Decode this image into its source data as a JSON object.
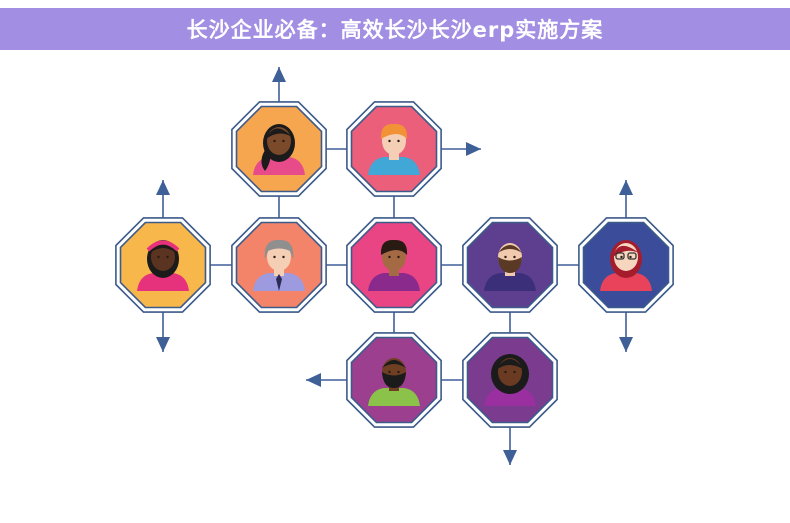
{
  "header": {
    "title": "长沙企业必备：高效长沙长沙erp实施方案",
    "background": "#a28ee2",
    "text_color": "#ffffff"
  },
  "diagram": {
    "connector_color": "#3f5f97",
    "border_color": "#3c5a8a",
    "nodes": [
      {
        "id": "woman-ponytail",
        "bg": "#f6a64f",
        "skin": "#7a4a2a",
        "hair": "#1b1b1b",
        "shirt": "#e84b8a",
        "hair_style": "ponytail"
      },
      {
        "id": "man-orange-hair",
        "bg": "#ec5f7a",
        "skin": "#f4cfb5",
        "hair": "#f29236",
        "shirt": "#41a7d6",
        "hair_style": "short"
      },
      {
        "id": "woman-headband",
        "bg": "#f8b74a",
        "skin": "#5a3420",
        "hair": "#1b1b1b",
        "shirt": "#e6317d",
        "hair_style": "headband"
      },
      {
        "id": "man-grey-hair",
        "bg": "#f3846a",
        "skin": "#f4cfb5",
        "hair": "#8f8f8f",
        "shirt": "#9d9ae0",
        "hair_style": "grey"
      },
      {
        "id": "person-center",
        "bg": "#e94483",
        "skin": "#a46a44",
        "hair": "#2a1a14",
        "shirt": "#8a2a8c",
        "hair_style": "short"
      },
      {
        "id": "man-beard",
        "bg": "#5e3e8e",
        "skin": "#f1c9ad",
        "hair": "#5a3a24",
        "shirt": "#3b2f7a",
        "hair_style": "beard"
      },
      {
        "id": "woman-glasses",
        "bg": "#3b4d9a",
        "skin": "#f7d6c0",
        "hair": "#a51d2c",
        "shirt": "#e8435a",
        "hair_style": "glasses"
      },
      {
        "id": "man-dark-skin",
        "bg": "#9c3f8e",
        "skin": "#6e3f22",
        "hair": "#1b1b1b",
        "shirt": "#8bc34a",
        "hair_style": "beard"
      },
      {
        "id": "woman-curly",
        "bg": "#7b3b8e",
        "skin": "#6a3b22",
        "hair": "#1b1b1b",
        "shirt": "#9a2fa0",
        "hair_style": "curly"
      }
    ]
  }
}
